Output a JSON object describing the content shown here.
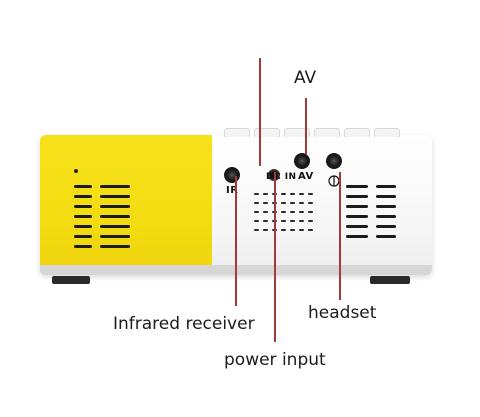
{
  "callouts": {
    "av": "AV",
    "infrared": "Infrared receiver",
    "power": "power input",
    "headset": "headset"
  },
  "port_labels": {
    "ir": "IR",
    "dc_in": "DC IN",
    "av": "AV"
  },
  "colors": {
    "yellow_panel": "#f4dd14",
    "white_panel": "#f6f6f6",
    "leader_line": "#a33a3a",
    "port": "#111111"
  },
  "icons": [
    "headphone-icon"
  ]
}
